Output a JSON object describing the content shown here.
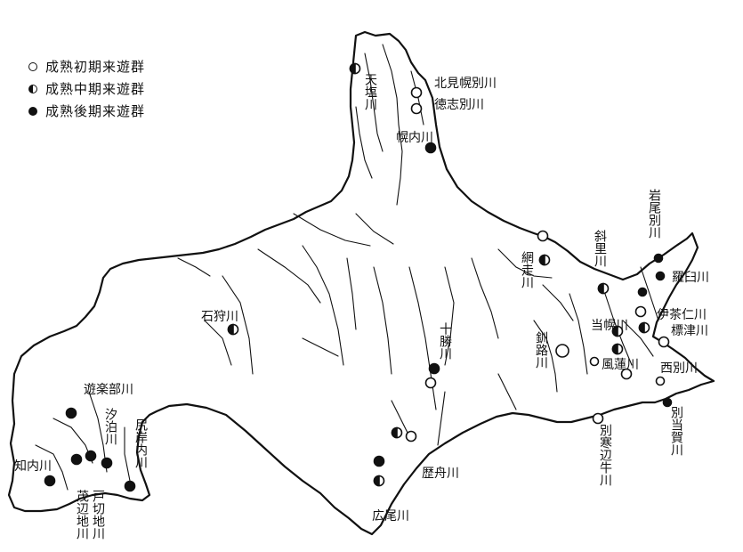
{
  "legend": {
    "early": "成熟初期来遊群",
    "mid": "成熟中期来遊群",
    "late": "成熟後期来遊群"
  },
  "rivers": {
    "teshio": "天塩川",
    "kitami_horobetsu": "北見幌別川",
    "tokushibetsu": "徳志別川",
    "horonai": "幌内川",
    "shari": "斜里川",
    "abashiri": "網走川",
    "iwaobetsu": "岩尾別川",
    "rausu": "羅臼川",
    "ichani": "伊茶仁川",
    "shibetsu": "標津川",
    "tohoro": "当幌川",
    "kushiro": "釧路川",
    "furen": "風蓮川",
    "nishibetsu": "西別川",
    "bekkanbeushi": "別寒辺牛川",
    "betsutoga": "別当賀川",
    "tokachi": "十勝川",
    "rekifune": "歴舟川",
    "hiroo": "広尾川",
    "ishikari": "石狩川",
    "yurappu": "遊楽部川",
    "shiodomari": "汐泊川",
    "shirikishinai": "尻岸内川",
    "shiriuchi": "知内川",
    "tobetsu": "戸切地川",
    "heberuchi": "茂辺地川"
  },
  "colors": {
    "ink": "#111111",
    "paper": "#ffffff"
  }
}
